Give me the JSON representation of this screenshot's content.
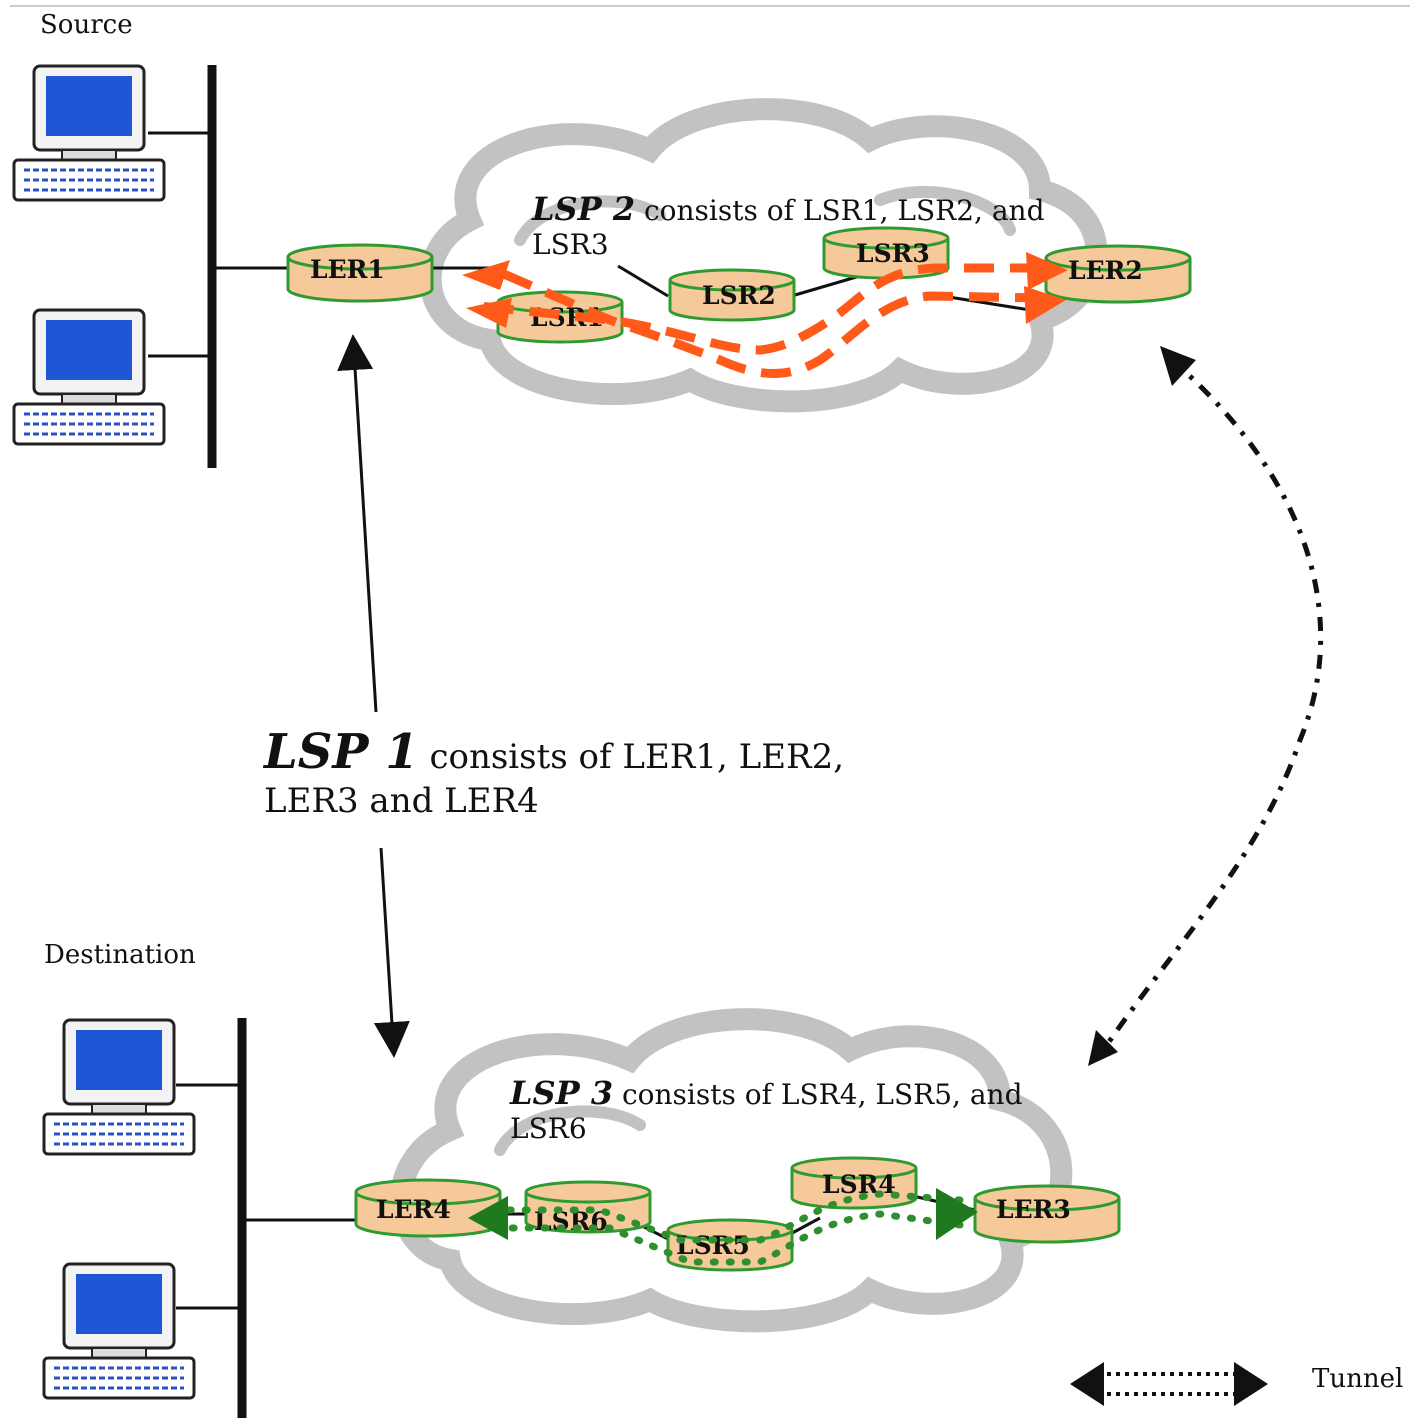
{
  "labels": {
    "source": "Source",
    "destination": "Destination",
    "tunnel": "Tunnel"
  },
  "lsp2": {
    "name": "LSP 2",
    "text": "consists of LSR1, LSR2, and",
    "text2": "LSR3"
  },
  "lsp1": {
    "name": "LSP 1",
    "text": "consists of LER1, LER2,",
    "text2": "LER3 and LER4"
  },
  "lsp3": {
    "name": "LSP 3",
    "text": "consists of LSR4, LSR5, and",
    "text2": "LSR6"
  },
  "nodes": {
    "ler1": "LER1",
    "ler2": "LER2",
    "ler3": "LER3",
    "ler4": "LER4",
    "lsr1": "LSR1",
    "lsr2": "LSR2",
    "lsr3": "LSR3",
    "lsr4": "LSR4",
    "lsr5": "LSR5",
    "lsr6": "LSR6"
  },
  "colors": {
    "node_fill": "#f6c99a",
    "node_stroke": "#2f9a2f",
    "lsp2_path": "#ff5a1a",
    "lsp3_path": "#1f7a1f",
    "cloud": "#bdbdbd",
    "monitor": "#1f56d6"
  },
  "icons": [
    "computer-icon",
    "cloud-icon",
    "router-icon",
    "arrow-icon"
  ]
}
